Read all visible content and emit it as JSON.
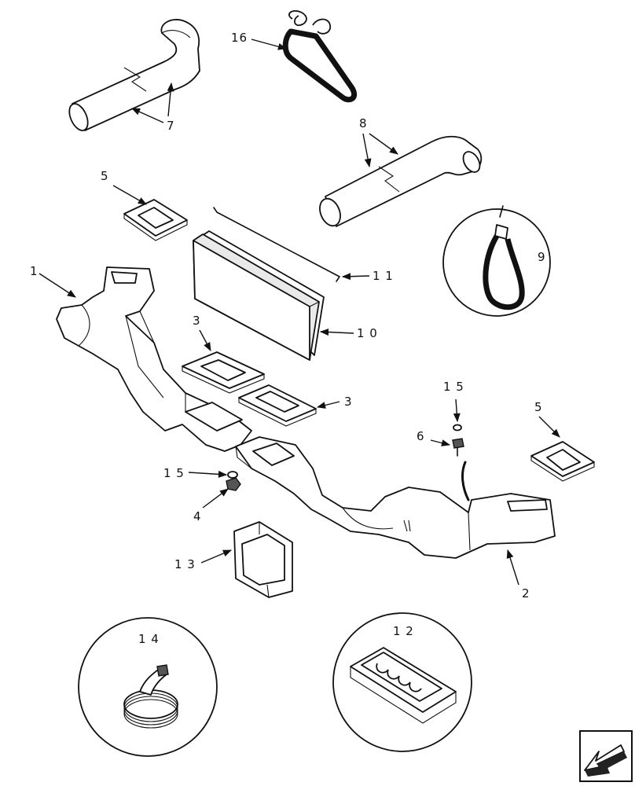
{
  "callouts": {
    "c1": "1",
    "c2": "2",
    "c3a": "3",
    "c3b": "3",
    "c4": "4",
    "c5a": "5",
    "c5b": "5",
    "c6": "6",
    "c7": "7",
    "c8": "8",
    "c9": "9",
    "c10": "1 0",
    "c11": "1 1",
    "c12": "1 2",
    "c13": "1 3",
    "c14": "1 4",
    "c15a": "1 5",
    "c15b": "1 5",
    "c16": "16"
  },
  "icons": {
    "nav": "arrow-down-left-icon"
  }
}
